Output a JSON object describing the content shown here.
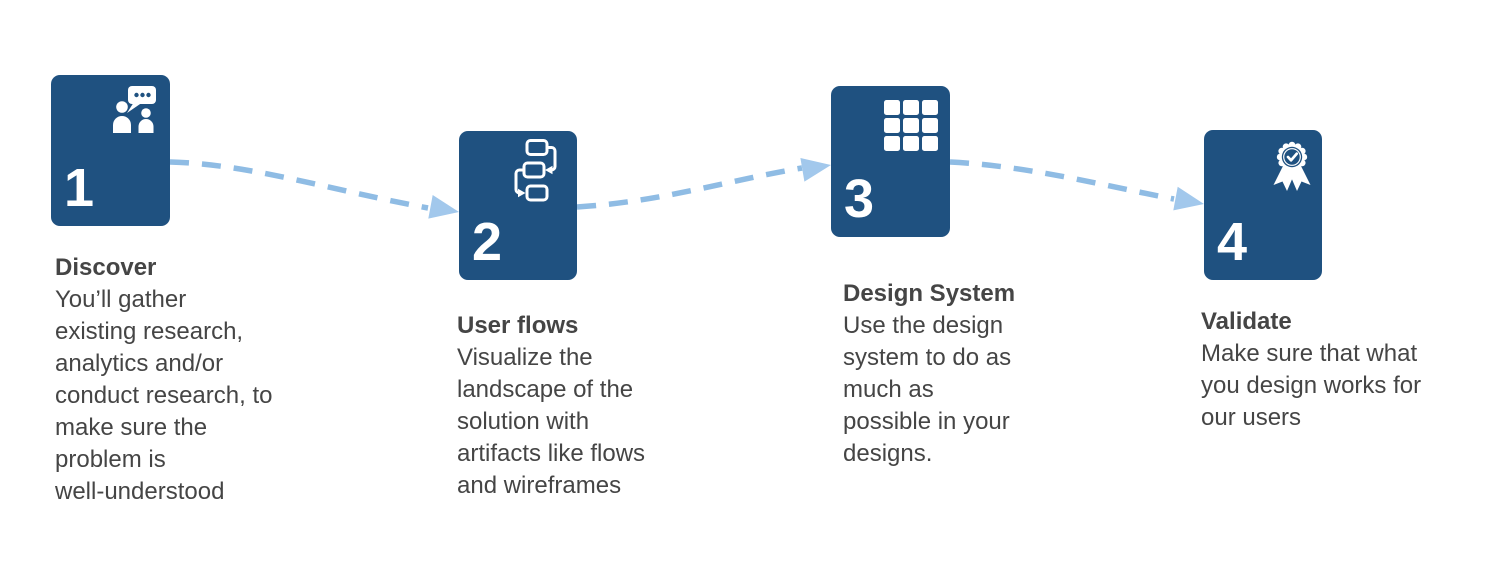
{
  "diagram": {
    "name": "ux-design-process",
    "colors": {
      "accent": "#1F5180",
      "arrow_dash": "#8FBCE4",
      "arrow_head": "#A2C8EC",
      "text": "#454545",
      "on_accent": "#FFFFFF",
      "background": "#FFFFFF"
    },
    "steps": [
      {
        "number": "1",
        "icon": "conversation-icon",
        "title": "Discover",
        "body_lines": [
          "You’ll gather",
          "existing research,",
          "analytics and/or",
          "conduct research, to",
          "make sure the",
          "problem is",
          "well-understood"
        ]
      },
      {
        "number": "2",
        "icon": "flowchart-icon",
        "title": "User flows",
        "body_lines": [
          "Visualize the",
          "landscape of the",
          "solution with",
          "artifacts like flows",
          "and wireframes"
        ]
      },
      {
        "number": "3",
        "icon": "grid-icon",
        "title": "Design System",
        "body_lines": [
          "Use the design",
          "system to do as",
          "much as",
          "possible in your",
          "designs."
        ]
      },
      {
        "number": "4",
        "icon": "award-icon",
        "title": "Validate",
        "body_lines": [
          "Make sure that what",
          "you design works for",
          "our users"
        ]
      }
    ]
  }
}
